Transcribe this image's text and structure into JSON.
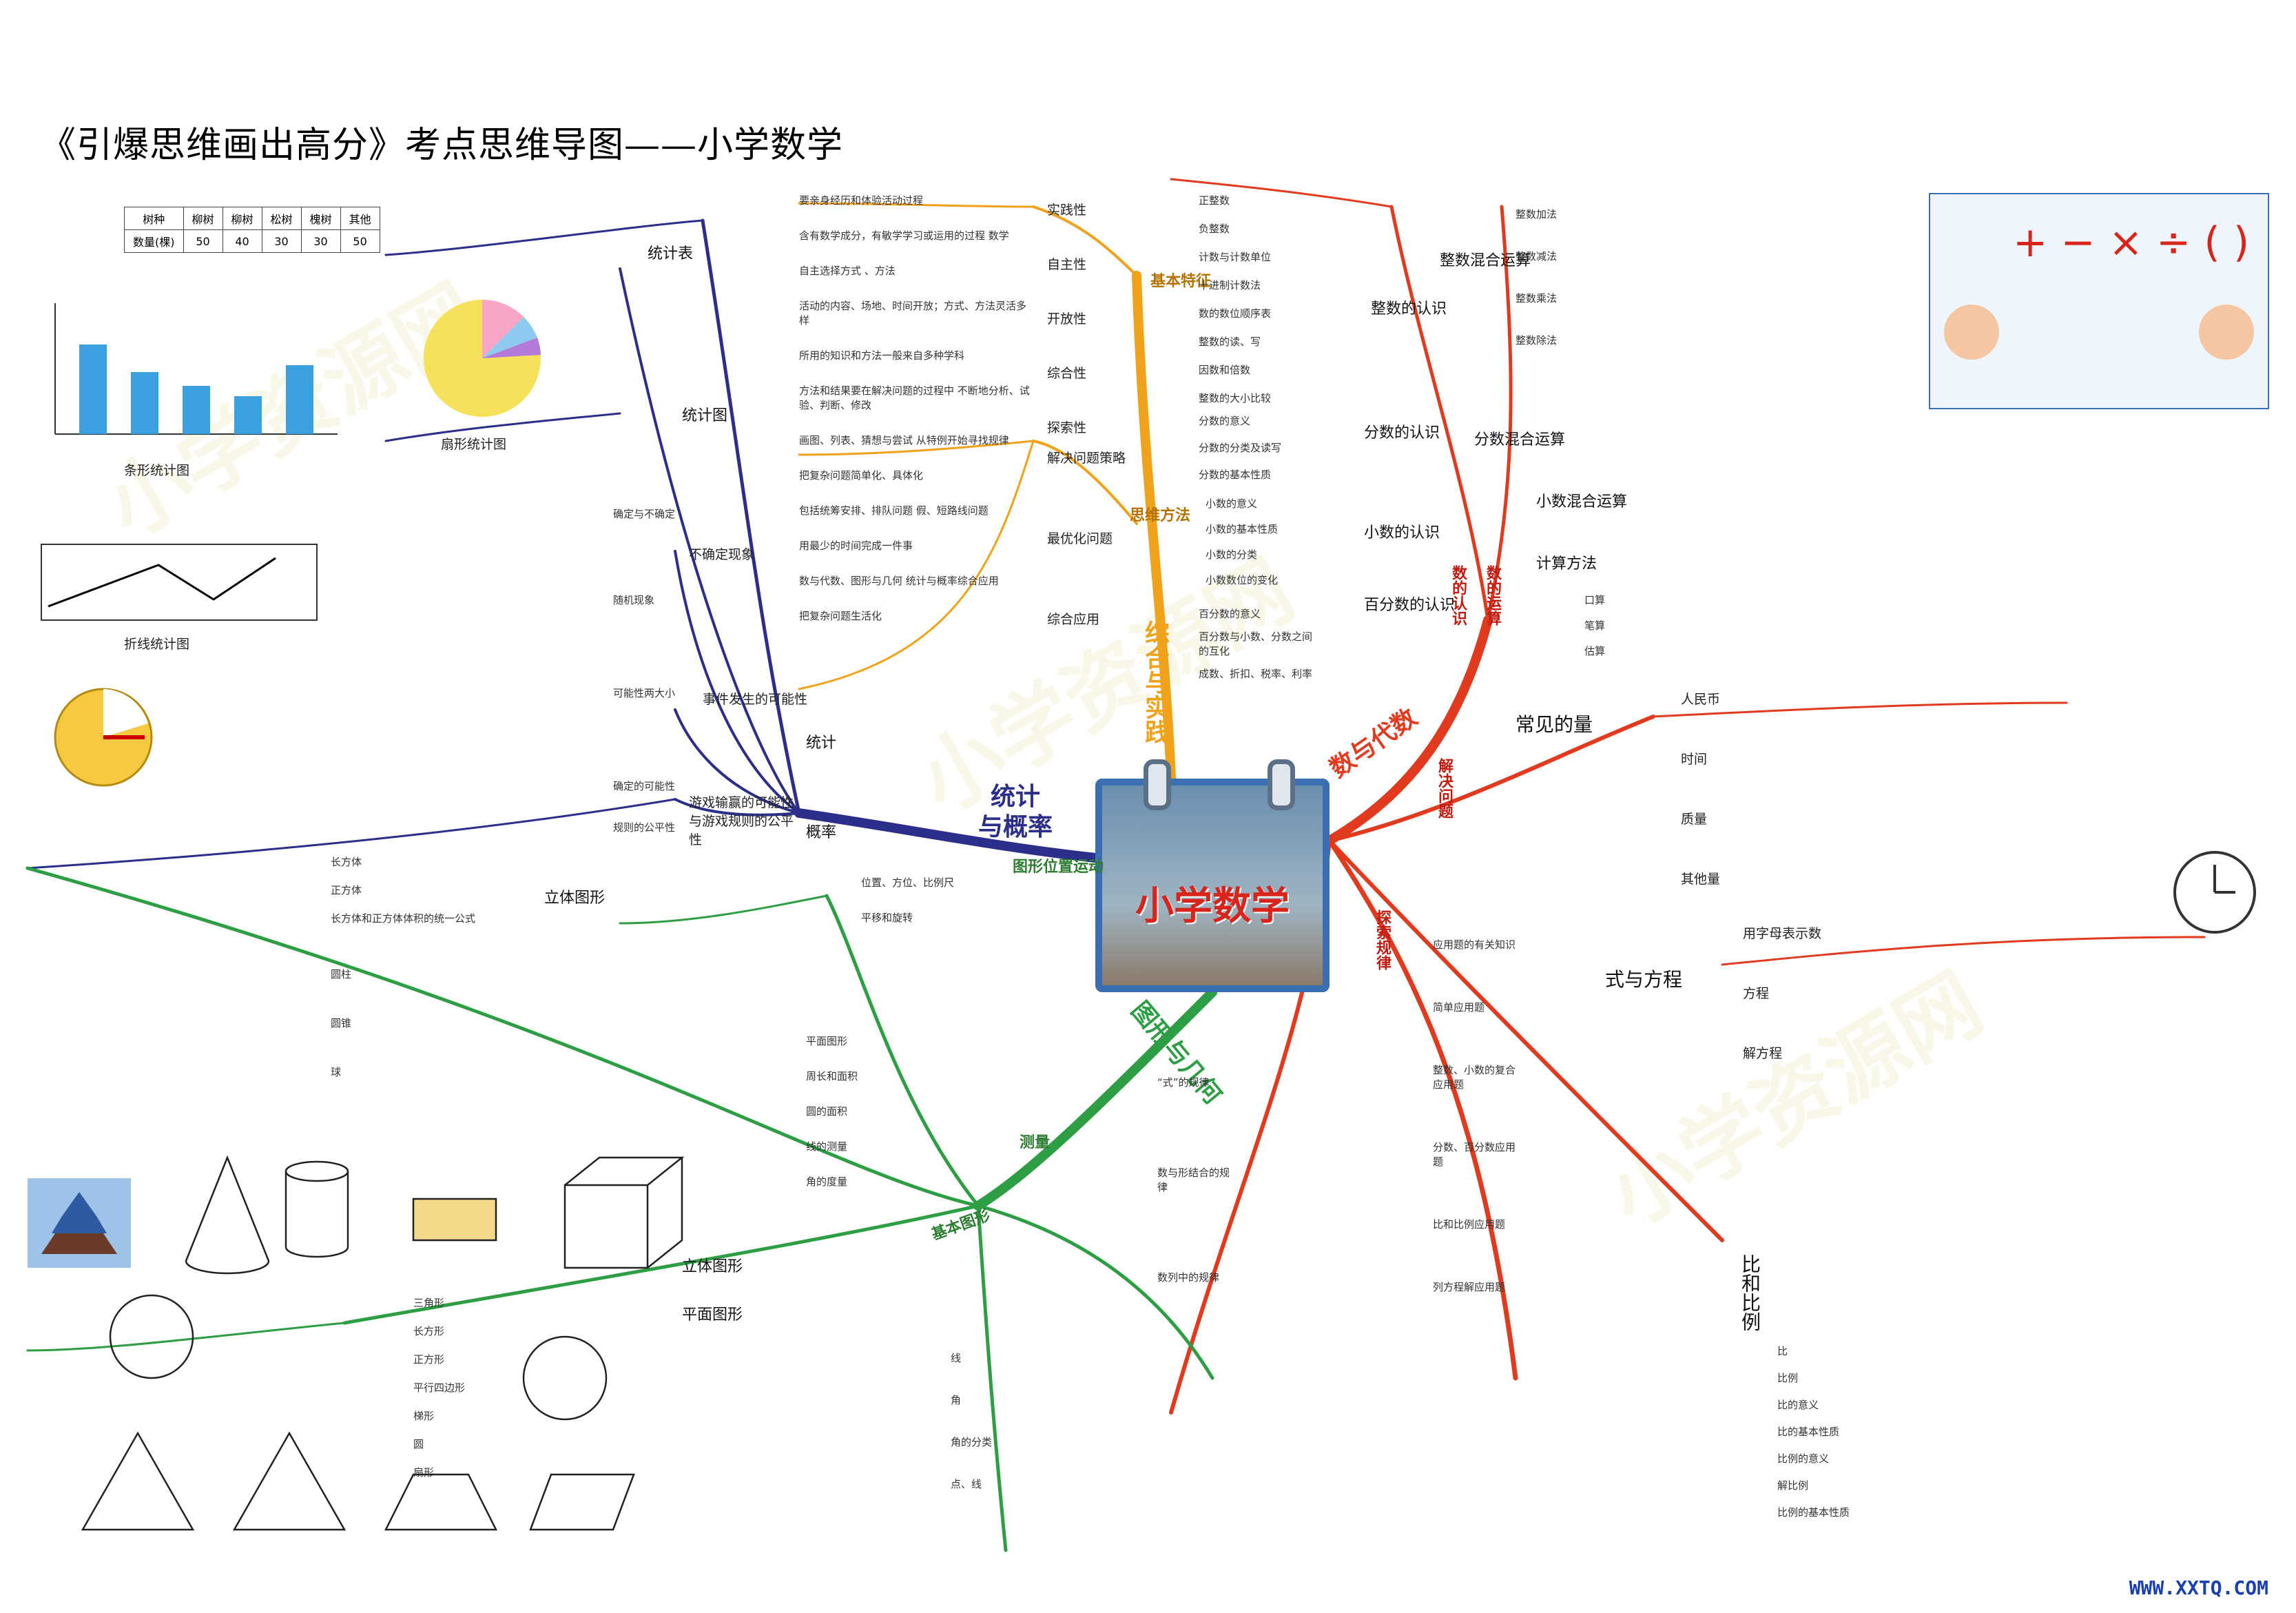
{
  "title": "《引爆思维画出高分》考点思维导图——小学数学",
  "hub": {
    "label": "小学数学"
  },
  "watermark": "小学资源网",
  "url": "WWW.XXTQ.COM",
  "branches": {
    "stats": "统计\n与概率",
    "practice": "综合与实践",
    "numalg": "数与代数",
    "geometry": "图形与几何"
  },
  "stats": {
    "table_label": "统计表",
    "chart_label": "统计图",
    "prob_label": "概率",
    "stat_label": "统计",
    "bar_title": "条形统计图",
    "pie_title": "扇形统计图",
    "line_title": "折线统计图",
    "table_head": [
      "树种",
      "柳树",
      "柳树",
      "松树",
      "槐树",
      "其他"
    ],
    "table_row": [
      "数量(棵)",
      "50",
      "40",
      "30",
      "30",
      "50"
    ],
    "uncertain": "不确定现象",
    "event": "事件发生的可能性",
    "game": "游戏输赢的可能性与游戏规则的公平性",
    "item_certain": "确定与不确定",
    "item_random": "随机现象",
    "item_possible": "可能性两大小",
    "item_fair": "确定的可能性",
    "item_rule": "规则的公平性"
  },
  "practice": {
    "basic": "基本特征",
    "thinking": "思维方法",
    "items_basic": [
      "实践性",
      "自主性",
      "开放性",
      "综合性",
      "探索性"
    ],
    "items_method": [
      "解决问题策略",
      "最优化问题",
      "综合应用"
    ],
    "notes": [
      "要亲身经历和体验活动过程",
      "含有数学成分，有敏学学习或运用的过程 数学",
      "自主选择方式 、方法",
      "活动的内容、场地、时间开放；方式、方法灵活多样",
      "所用的知识和方法一般来自多种学科",
      "方法和结果要在解决问题的过程中 不断地分析、试验、判断、修改",
      "画图、列表、猜想与尝试 从特例开始寻找规律",
      "把复杂问题简单化、具体化",
      "包括统筹安排、排队问题 假、短路线问题",
      "用最少的时间完成一件事",
      "数与代数、图形与几何 统计与概率综合应用",
      "把复杂问题生活化"
    ]
  },
  "numalg": {
    "num_knowledge": "数的认识",
    "num_operation": "数的运算",
    "solve": "解决问题",
    "explore": "探索规律",
    "integer": "整数的认识",
    "fraction": "分数的认识",
    "decimal": "小数的认识",
    "percent": "百分数的认识",
    "int_mixed": "整数混合运算",
    "frac_mixed": "分数混合运算",
    "dec_mixed": "小数混合运算",
    "calc_method": "计算方法",
    "common_qty": "常见的量",
    "formula": "式与方程",
    "ratio": "比和比例",
    "items_int": [
      "正整数",
      "负整数",
      "计数与计数单位",
      "十进制计数法",
      "数的数位顺序表",
      "整数的读、写",
      "因数和倍数",
      "整数的大小比较"
    ],
    "items_frac": [
      "分数的意义",
      "分数的分类及读写",
      "分数的基本性质"
    ],
    "items_dec": [
      "小数的意义",
      "小数的基本性质",
      "小数的分类",
      "小数数位的变化"
    ],
    "items_pct": [
      "百分数的意义",
      "百分数与小数、分数之间的互化",
      "成数、折扣、税率、利率"
    ],
    "items_intop": [
      "整数加法",
      "整数减法",
      "整数乘法",
      "整数除法"
    ],
    "items_calc": [
      "口算",
      "笔算",
      "估算"
    ],
    "items_qty": [
      "人民币",
      "时间",
      "质量",
      "其他量"
    ],
    "items_eq": [
      "用字母表示数",
      "方程",
      "解方程"
    ],
    "items_ratio": [
      "比",
      "比例",
      "比的意义",
      "比的基本性质",
      "比例的意义",
      "解比例",
      "比例的基本性质"
    ],
    "items_solve": [
      "应用题的有关知识",
      "简单应用题",
      "整数、小数的复合应用题",
      "分数、百分数应用题",
      "比和比例应用题",
      "列方程解应用题"
    ],
    "items_explore": [
      "“式”的规律",
      "数与形结合的规律",
      "数列中的规律"
    ]
  },
  "geometry": {
    "solid": "立体图形",
    "plane": "平面图形",
    "position": "图形位置运动",
    "measure": "测量",
    "basic_shape": "基本图形",
    "items_solid": [
      "长方体",
      "正方体",
      "长方体和正方体体积的统一公式",
      "圆柱",
      "圆锥",
      "球"
    ],
    "items_plane": [
      "三角形",
      "长方形",
      "正方形",
      "平行四边形",
      "梯形",
      "圆",
      "扇形"
    ],
    "items_pos": [
      "位置、方位、比例尺",
      "平移和旋转"
    ],
    "items_measure": [
      "平面图形",
      "周长和面积",
      "圆的面积",
      "线的测量",
      "角的度量"
    ],
    "items_basic": [
      "线",
      "角",
      "角的分类",
      "点、线"
    ]
  }
}
